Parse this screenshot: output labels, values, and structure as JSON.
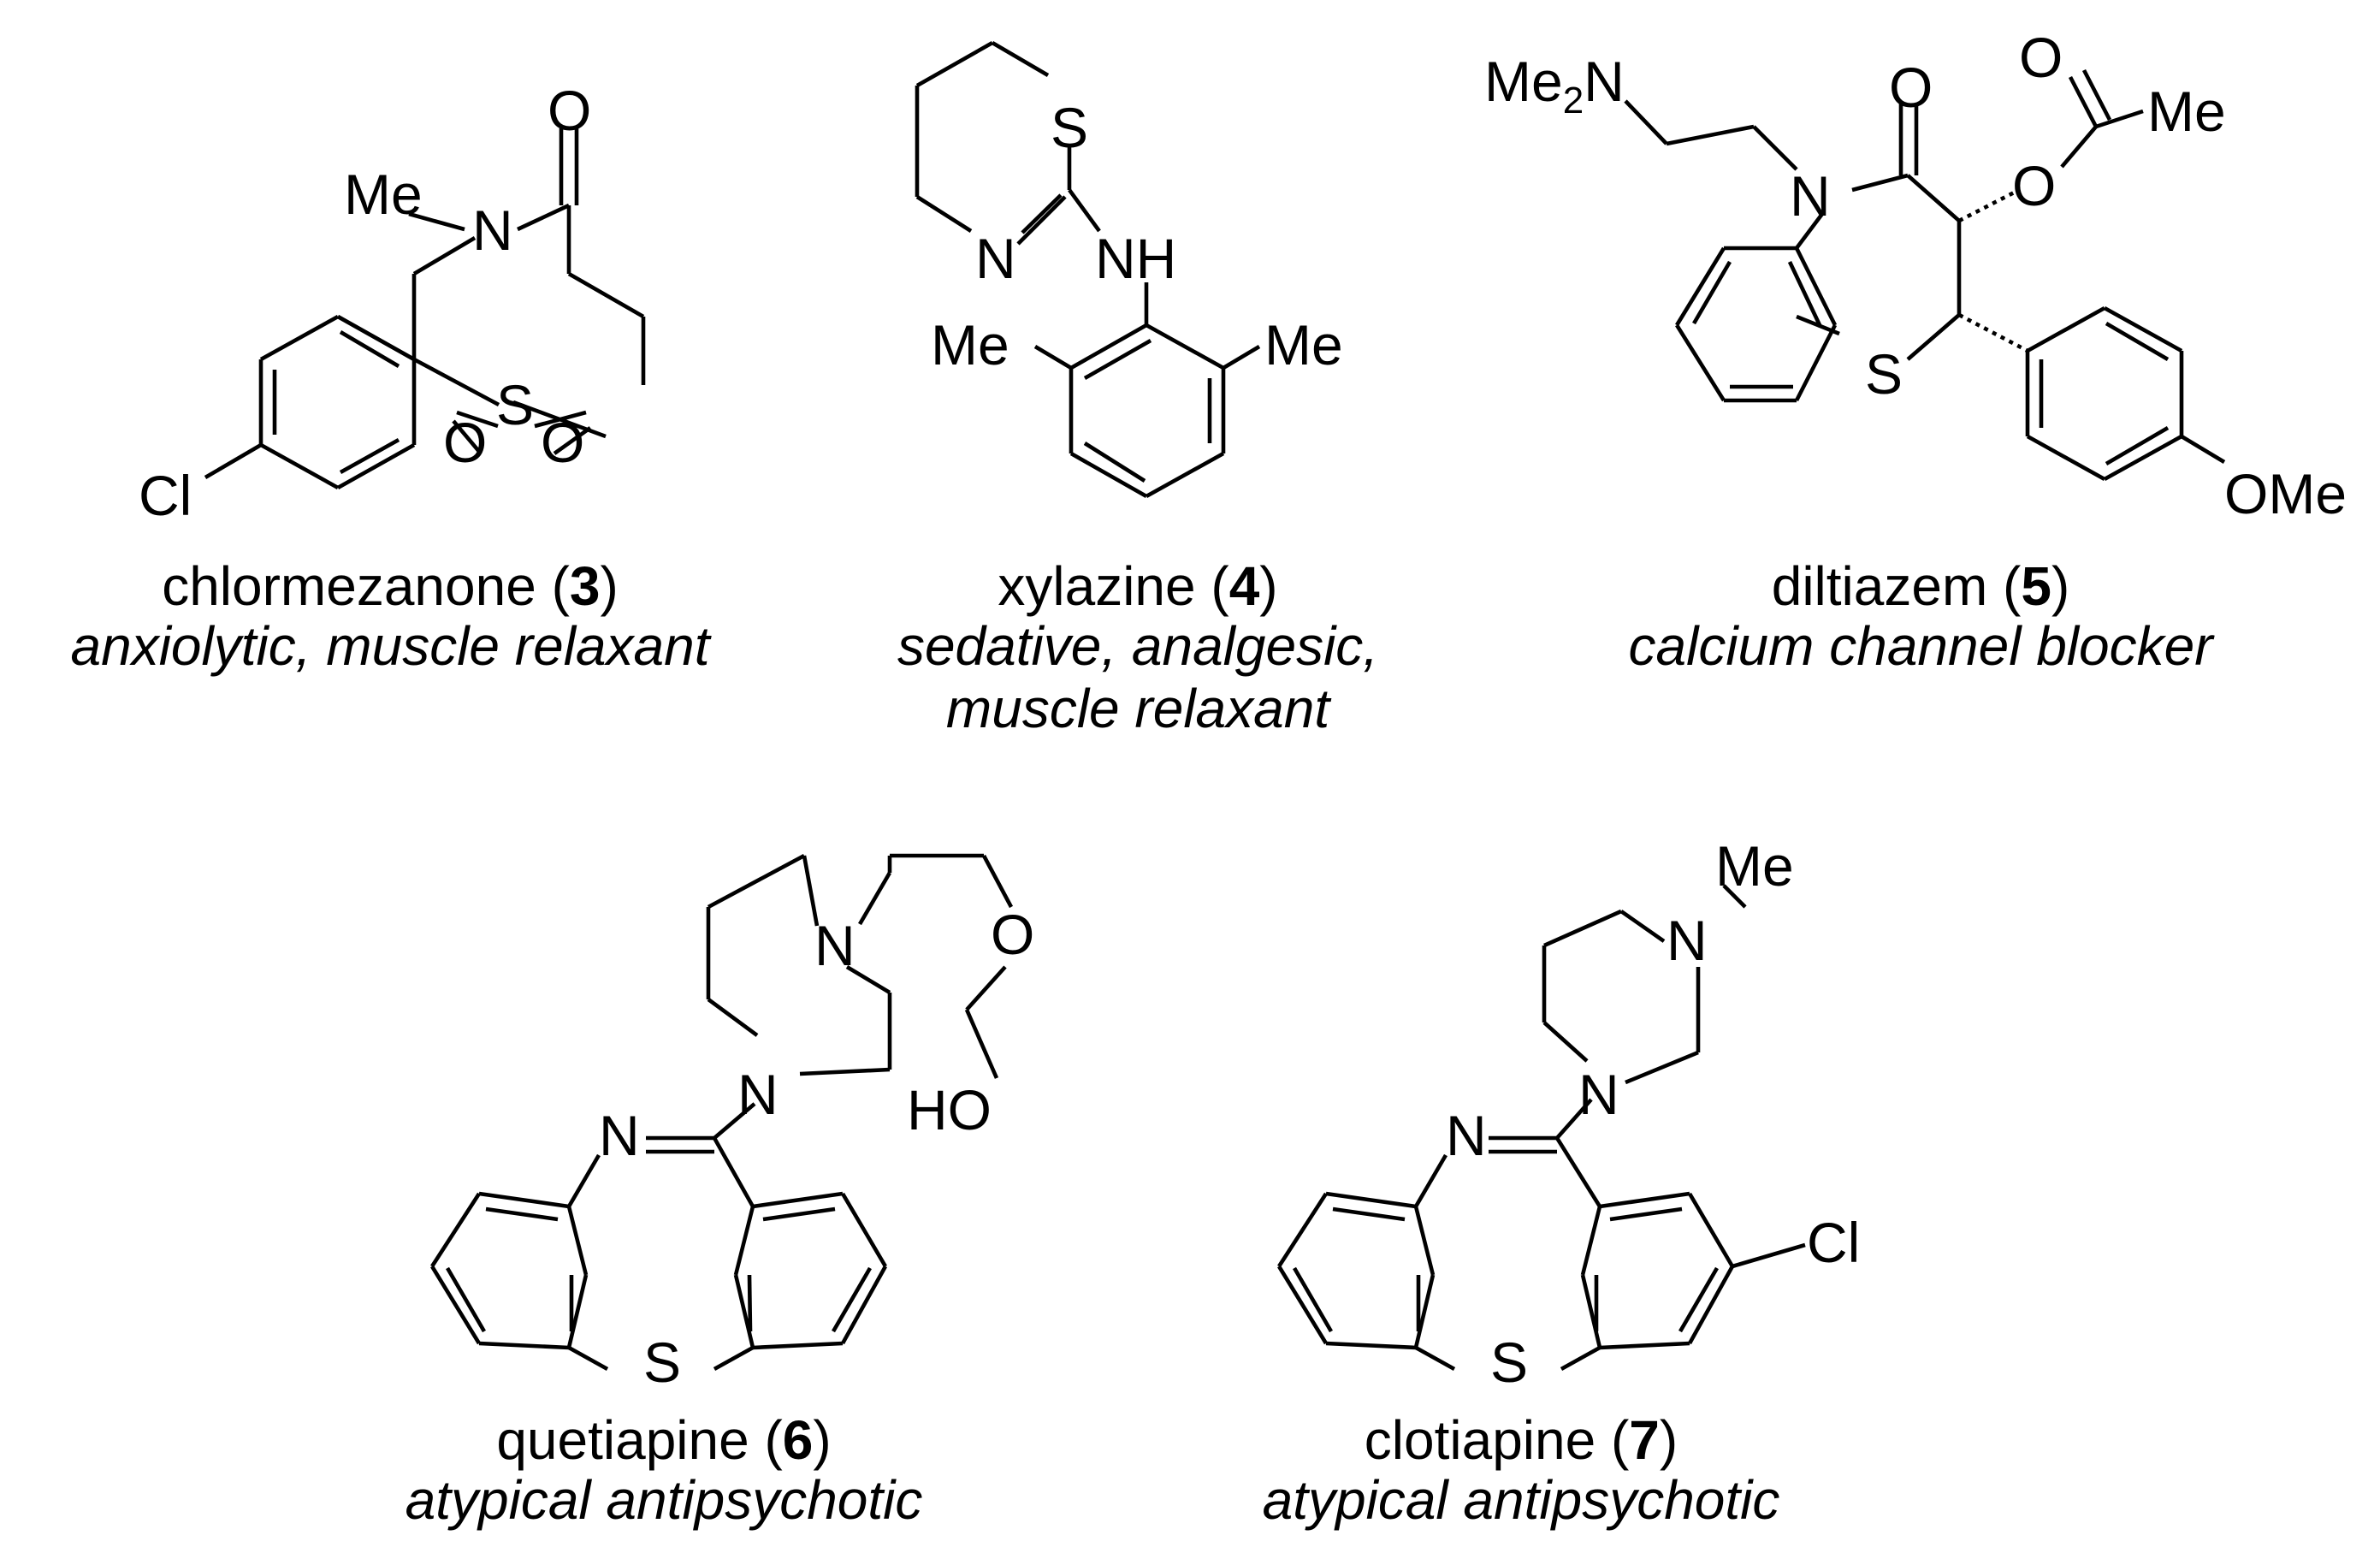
{
  "compounds": [
    {
      "name": "chlormezanone",
      "number": "3",
      "uses": [
        "anxiolytic, muscle relaxant"
      ]
    },
    {
      "name": "xylazine",
      "number": "4",
      "uses": [
        "sedative, analgesic,",
        "muscle relaxant"
      ]
    },
    {
      "name": "diltiazem",
      "number": "5",
      "uses": [
        "calcium channel blocker"
      ]
    },
    {
      "name": "quetiapine",
      "number": "6",
      "uses": [
        "atypical antipsychotic"
      ]
    },
    {
      "name": "clotiapine",
      "number": "7",
      "uses": [
        "atypical antipsychotic"
      ]
    }
  ],
  "labels": {
    "O": "O",
    "N": "N",
    "S": "S",
    "Me": "Me",
    "Cl": "Cl",
    "NH": "NH",
    "Me2N_Me": "Me",
    "Me2N_2": "2",
    "Me2N_N": "N",
    "OMe": "OMe",
    "HO": "HO"
  }
}
